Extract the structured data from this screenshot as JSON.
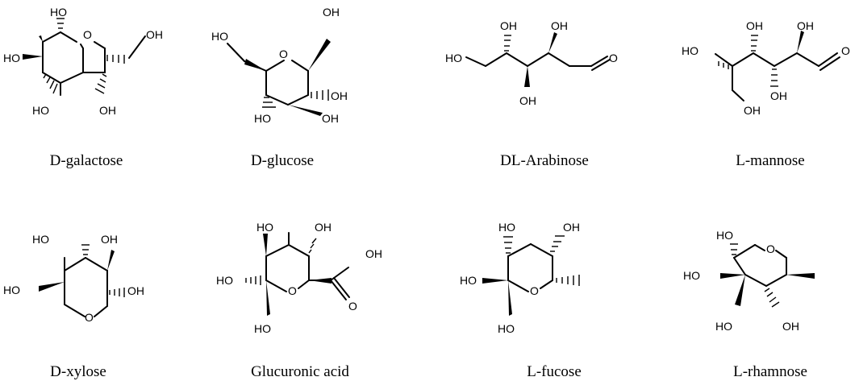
{
  "atoms": {
    "hydroxyl": "OH",
    "hydroxyl_left": "HO",
    "oxygen": "O"
  },
  "molecules": [
    {
      "id": "d-galactose",
      "name": "D-galactose"
    },
    {
      "id": "d-glucose",
      "name": "D-glucose"
    },
    {
      "id": "dl-arabinose",
      "name": "DL-Arabinose"
    },
    {
      "id": "l-mannose",
      "name": "L-mannose"
    },
    {
      "id": "d-xylose",
      "name": "D-xylose"
    },
    {
      "id": "glucuronic-acid",
      "name": "Glucuronic acid"
    },
    {
      "id": "l-fucose",
      "name": "L-fucose"
    },
    {
      "id": "l-rhamnose",
      "name": "L-rhamnose"
    }
  ]
}
